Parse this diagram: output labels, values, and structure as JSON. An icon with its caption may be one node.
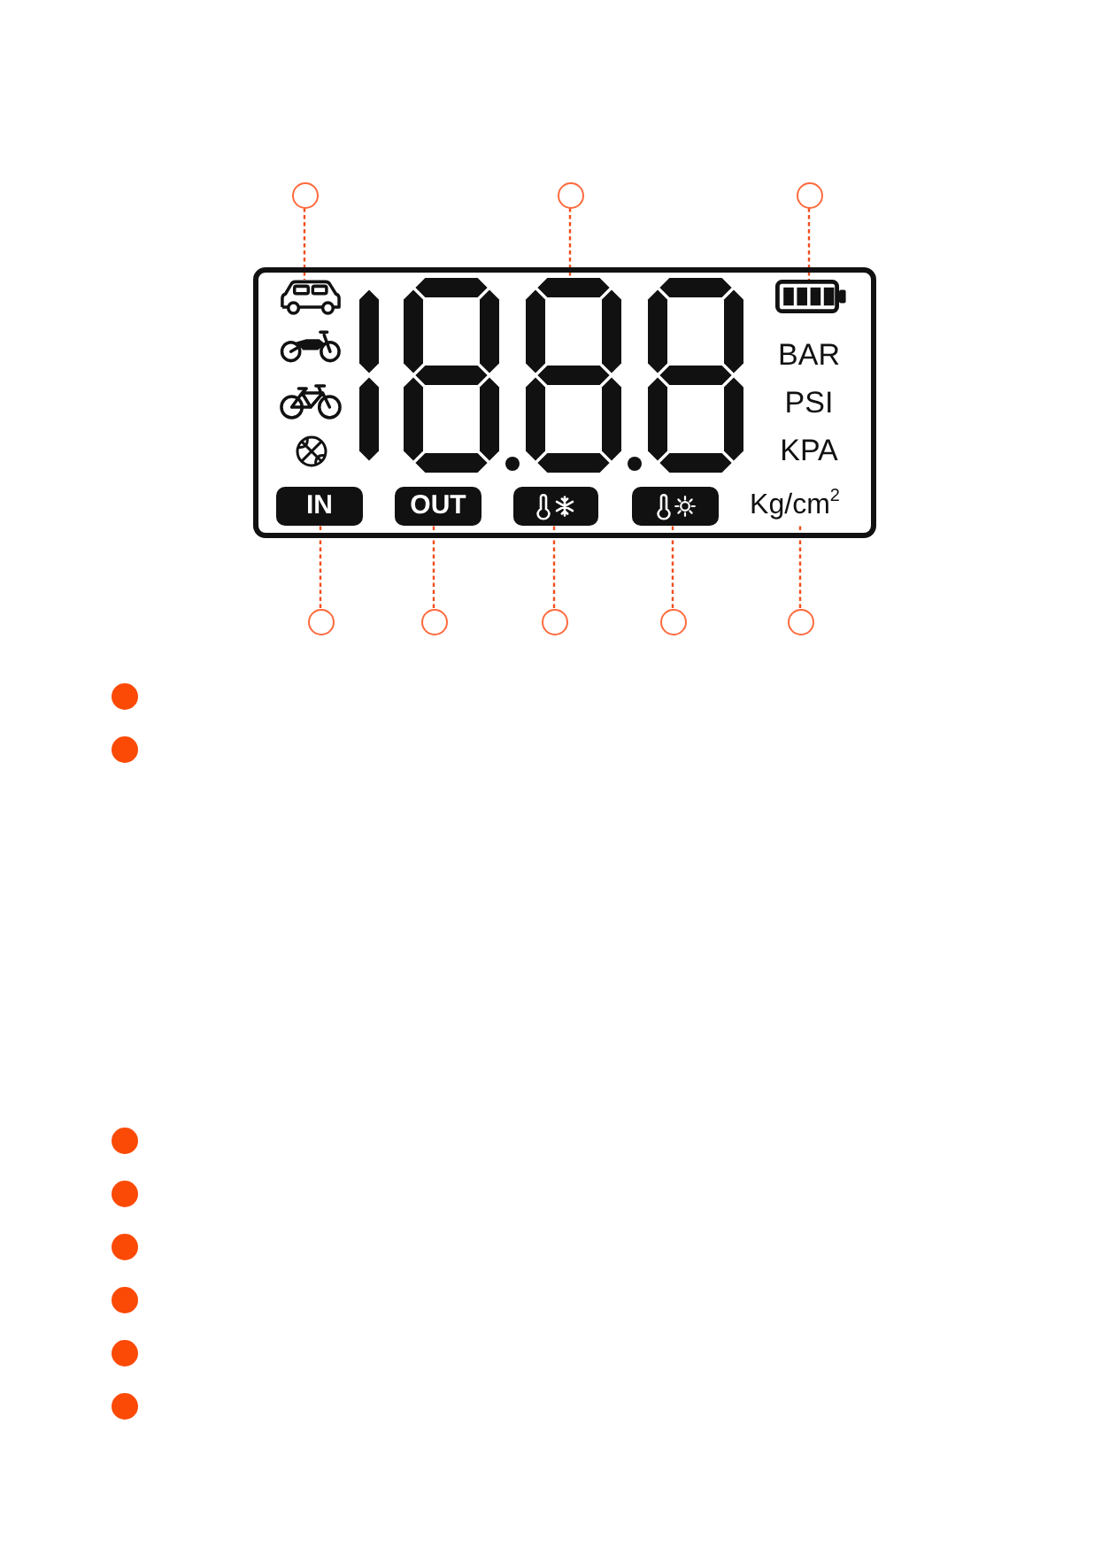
{
  "diagram": {
    "nodes": [
      {
        "text": [],
        "shape": "circle"
      },
      {
        "text": [],
        "shape": "circle"
      },
      {
        "text": [],
        "shape": "circle"
      },
      {
        "text": [
          "BAR",
          "PSI",
          "KPA"
        ]
      },
      {
        "text": [],
        "shape": "picture",
        "in": 3
      },
      {
        "text": [],
        "shape": "picture",
        "in": 3
      },
      {
        "text": [],
        "shape": "picture",
        "in": 3
      },
      {
        "text": [
          "IN"
        ],
        "in": 3
      },
      {
        "text": [
          "OUT"
        ],
        "in": 3
      },
      {
        "text": [],
        "shape": "box",
        "in": 3
      },
      {
        "text": [],
        "shape": "box",
        "in": 3
      },
      {
        "text": [
          "Kg/cm$^{2}$"
        ],
        "in": 3
      },
      {
        "text": [],
        "shape": "circle"
      },
      {
        "text": [],
        "shape": "circle"
      },
      {
        "text": [],
        "shape": "circle"
      },
      {
        "text": [],
        "shape": "circle"
      },
      {
        "text": [],
        "shape": "circle"
      }
    ],
    "edges": [
      {
        "from": 0,
        "to": 4,
        "arrow": "none",
        "style": "dashed"
      },
      {
        "from": 1,
        "to": 5,
        "arrow": "none",
        "style": "dashed"
      },
      {
        "from": 2,
        "to": 6,
        "arrow": "none",
        "style": "dashed"
      },
      {
        "from": 12,
        "to": 7,
        "arrow": "none",
        "style": "dashed"
      },
      {
        "from": 13,
        "to": 8,
        "arrow": "none",
        "style": "dashed"
      },
      {
        "from": 14,
        "to": 9,
        "arrow": "none",
        "style": "dashed"
      },
      {
        "from": 15,
        "to": 10,
        "arrow": "none",
        "style": "dashed"
      },
      {
        "from": 16,
        "to": 11,
        "arrow": "none",
        "style": "dashed"
      }
    ]
  }
}
